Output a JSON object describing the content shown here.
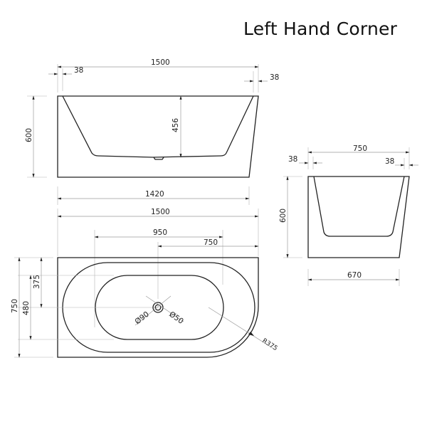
{
  "title": "Left Hand Corner",
  "front_view": {
    "overall_width": "1500",
    "left_lip": "38",
    "right_lip": "38",
    "height": "600",
    "inner_depth": "456",
    "base_width": "1420"
  },
  "top_view": {
    "overall_width": "1500",
    "inner_span": "950",
    "drain_to_end": "750",
    "overall_depth": "750",
    "inner_width": "480",
    "drain_offset": "375",
    "drain_outer_dia": "Ø90",
    "drain_inner_dia": "Ø50",
    "corner_radius": "R375"
  },
  "side_view": {
    "overall_width": "750",
    "left_lip": "38",
    "right_lip": "38",
    "height": "600",
    "base_width": "670"
  },
  "colors": {
    "line": "#222222",
    "dimension": "#9a9a9a",
    "background": "#ffffff"
  }
}
